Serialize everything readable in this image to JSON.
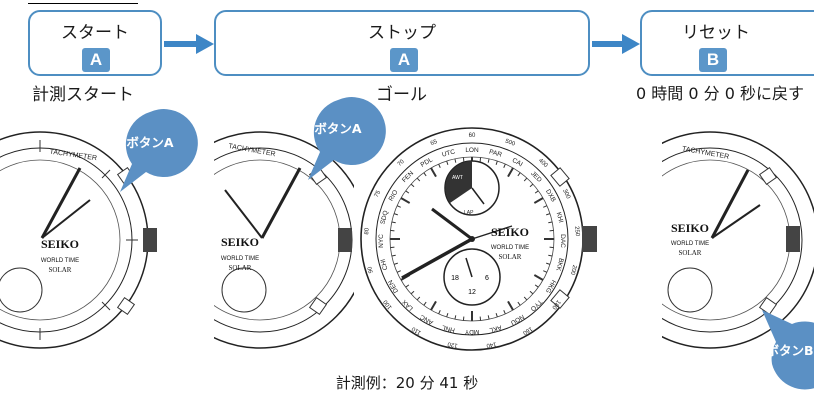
{
  "steps": [
    {
      "title": "スタート",
      "key": "A",
      "caption": "計測スタート"
    },
    {
      "title": "ストップ",
      "key": "A",
      "caption": "ゴール"
    },
    {
      "title": "リセット",
      "key": "B",
      "caption": "0 時間 0 分 0 秒に戻す"
    }
  ],
  "bubbles": {
    "button_a": "ボタンA",
    "button_b": "ボタンB"
  },
  "watch": {
    "brand": "SEIKO",
    "line1": "WORLD TIME",
    "line2": "SOLAR",
    "bezel_label": "TACHYMETER",
    "cities": [
      "LON",
      "PAR",
      "CAI",
      "JED",
      "DXB",
      "KHI",
      "DAC",
      "BKK",
      "HKG",
      "TYO",
      "NOU",
      "AKL",
      "MDY",
      "HNL",
      "ANC",
      "LAX",
      "DEN",
      "CHI",
      "NYC",
      "SDQ",
      "RIO",
      "FEN",
      "PDL",
      "UTC"
    ],
    "tachy_numbers": [
      "60",
      "500",
      "400",
      "300",
      "250",
      "200",
      "180",
      "160",
      "140",
      "120",
      "110",
      "100",
      "90",
      "80",
      "75",
      "70",
      "65"
    ],
    "subdial_numbers": [
      "12",
      "6",
      "18"
    ],
    "power_labels": [
      "AWT",
      "LAP"
    ]
  },
  "example_text": "計測例：20 分 41 秒",
  "colors": {
    "accent": "#4d8ec2",
    "badge": "#5b96c9",
    "arrow": "#3d86c6",
    "bubble": "#5b90c4"
  }
}
